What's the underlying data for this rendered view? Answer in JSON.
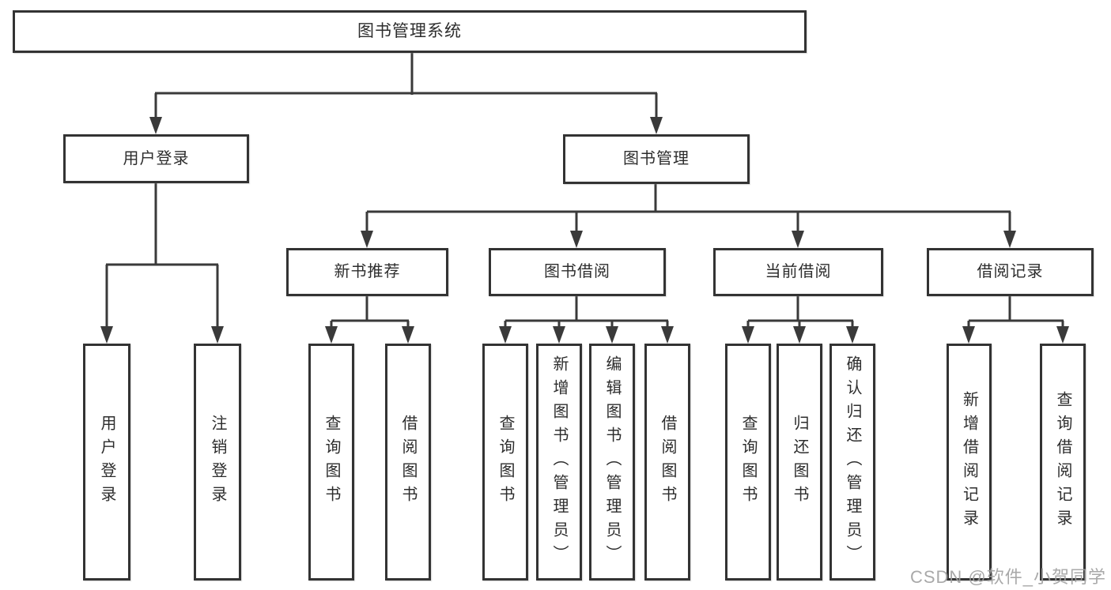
{
  "diagram": {
    "root": {
      "label": "图书管理系统"
    },
    "level2": [
      {
        "id": "user-login",
        "label": "用户登录"
      },
      {
        "id": "book-management",
        "label": "图书管理"
      }
    ],
    "level3": [
      {
        "id": "new-book-recommendation",
        "label": "新书推荐"
      },
      {
        "id": "book-borrowing",
        "label": "图书借阅"
      },
      {
        "id": "current-borrowing",
        "label": "当前借阅"
      },
      {
        "id": "borrowing-records",
        "label": "借阅记录"
      }
    ],
    "leaves": [
      {
        "parent": "user-login",
        "label": "用户登录"
      },
      {
        "parent": "user-login",
        "label": "注销登录"
      },
      {
        "parent": "new-book-recommendation",
        "label": "查询图书"
      },
      {
        "parent": "new-book-recommendation",
        "label": "借阅图书"
      },
      {
        "parent": "book-borrowing",
        "label": "查询图书"
      },
      {
        "parent": "book-borrowing",
        "label": "新增图书（管理员）"
      },
      {
        "parent": "book-borrowing",
        "label": "编辑图书（管理员）"
      },
      {
        "parent": "book-borrowing",
        "label": "借阅图书"
      },
      {
        "parent": "current-borrowing",
        "label": "查询图书"
      },
      {
        "parent": "current-borrowing",
        "label": "归还图书"
      },
      {
        "parent": "current-borrowing",
        "label": "确认归还（管理员）"
      },
      {
        "parent": "borrowing-records",
        "label": "新增借阅记录"
      },
      {
        "parent": "borrowing-records",
        "label": "查询借阅记录"
      }
    ],
    "watermark": "CSDN @软件_小贺同学",
    "colors": {
      "line": "#3a3a3a",
      "border": "#333333",
      "text": "#2d2d2d",
      "background": "#ffffff",
      "watermark": "#a0a0a0"
    }
  }
}
